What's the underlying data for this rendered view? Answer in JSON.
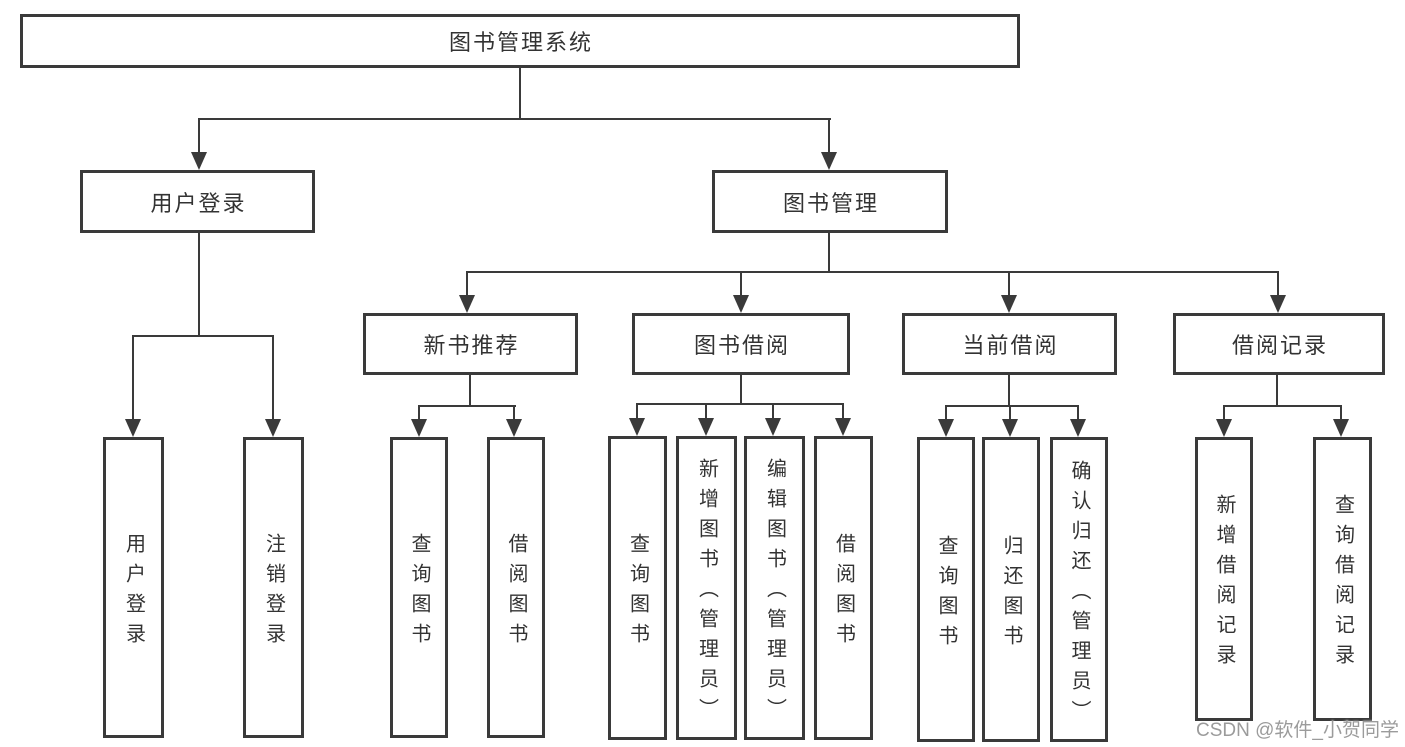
{
  "colors": {
    "line": "#3a3a3a",
    "text": "#333333",
    "watermark": "#9b9b9b",
    "background": "#ffffff"
  },
  "tree": {
    "label": "图书管理系统",
    "children": [
      {
        "label": "用户登录",
        "children": [
          {
            "label": "用户登录"
          },
          {
            "label": "注销登录"
          }
        ]
      },
      {
        "label": "图书管理",
        "children": [
          {
            "label": "新书推荐",
            "children": [
              {
                "label": "查询图书"
              },
              {
                "label": "借阅图书"
              }
            ]
          },
          {
            "label": "图书借阅",
            "children": [
              {
                "label": "查询图书"
              },
              {
                "label": "新增图书（管理员）"
              },
              {
                "label": "编辑图书（管理员）"
              },
              {
                "label": "借阅图书"
              }
            ]
          },
          {
            "label": "当前借阅",
            "children": [
              {
                "label": "查询图书"
              },
              {
                "label": "归还图书"
              },
              {
                "label": "确认归还（管理员）"
              }
            ]
          },
          {
            "label": "借阅记录",
            "children": [
              {
                "label": "新增借阅记录"
              },
              {
                "label": "查询借阅记录"
              }
            ]
          }
        ]
      }
    ]
  },
  "watermark": {
    "text": "CSDN @软件_小贺同学"
  }
}
